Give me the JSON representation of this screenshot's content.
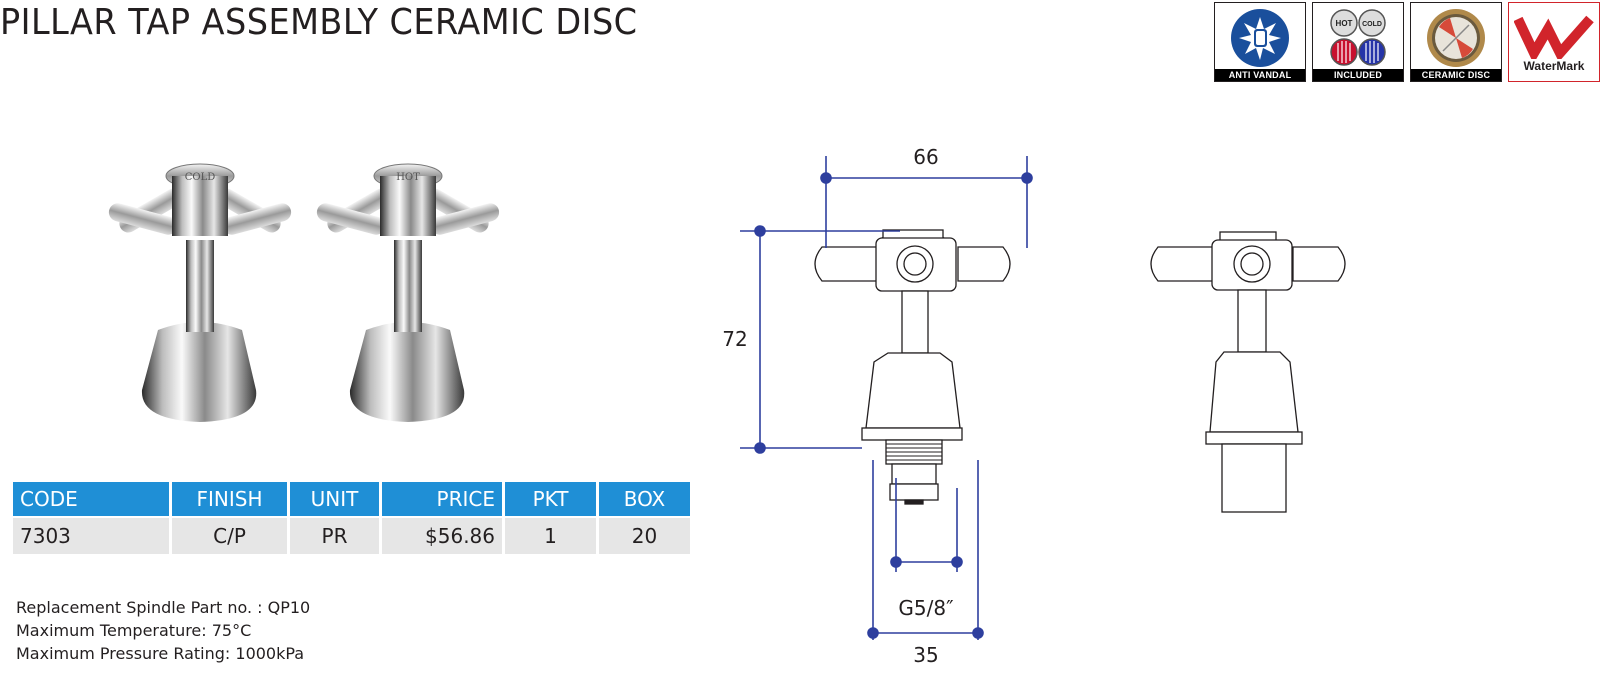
{
  "title": "PILLAR TAP ASSEMBLY CERAMIC DISC",
  "badges": [
    {
      "icon": "anti-vandal-icon",
      "label": "ANTI VANDAL"
    },
    {
      "icon": "hot-cold-indices-icon",
      "label": "INCLUDED",
      "indices": [
        "HOT",
        "COLD"
      ]
    },
    {
      "icon": "ceramic-disc-icon",
      "label": "CERAMIC DISC"
    },
    {
      "icon": "watermark-logo",
      "label": "WaterMark"
    }
  ],
  "photo": {
    "handle_labels": [
      "COLD",
      "HOT"
    ]
  },
  "table": {
    "headers": [
      "CODE",
      "FINISH",
      "UNIT",
      "PRICE",
      "PKT",
      "BOX"
    ],
    "row": [
      "7303",
      "C/P",
      "PR",
      "$56.86",
      "1",
      "20"
    ]
  },
  "notes": [
    "Replacement Spindle Part no.  : QP10",
    "Maximum Temperature: 75°C",
    "Maximum Pressure Rating: 1000kPa"
  ],
  "dimensions": {
    "width_top": "66",
    "height": "72",
    "thread": "G5/8″",
    "width_bottom": "35"
  },
  "colors": {
    "header_blue": "#1f8fd6",
    "dimension_blue": "#2e3f9e",
    "watermark_red": "#d1242b"
  }
}
